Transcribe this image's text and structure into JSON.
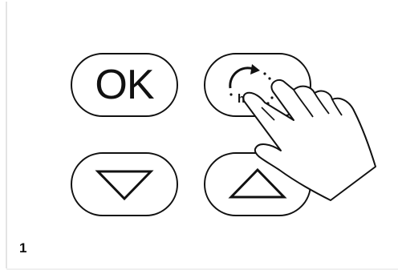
{
  "buttons": {
    "ok": {
      "label": "OK",
      "icon": "ok-text"
    },
    "timer": {
      "label": "h.",
      "icon": "timer-rotate-arrow-icon"
    },
    "down": {
      "icon": "triangle-down-icon"
    },
    "up": {
      "icon": "triangle-up-icon"
    }
  },
  "figure": {
    "number": "1"
  },
  "colors": {
    "stroke": "#111111",
    "background": "#ffffff"
  }
}
